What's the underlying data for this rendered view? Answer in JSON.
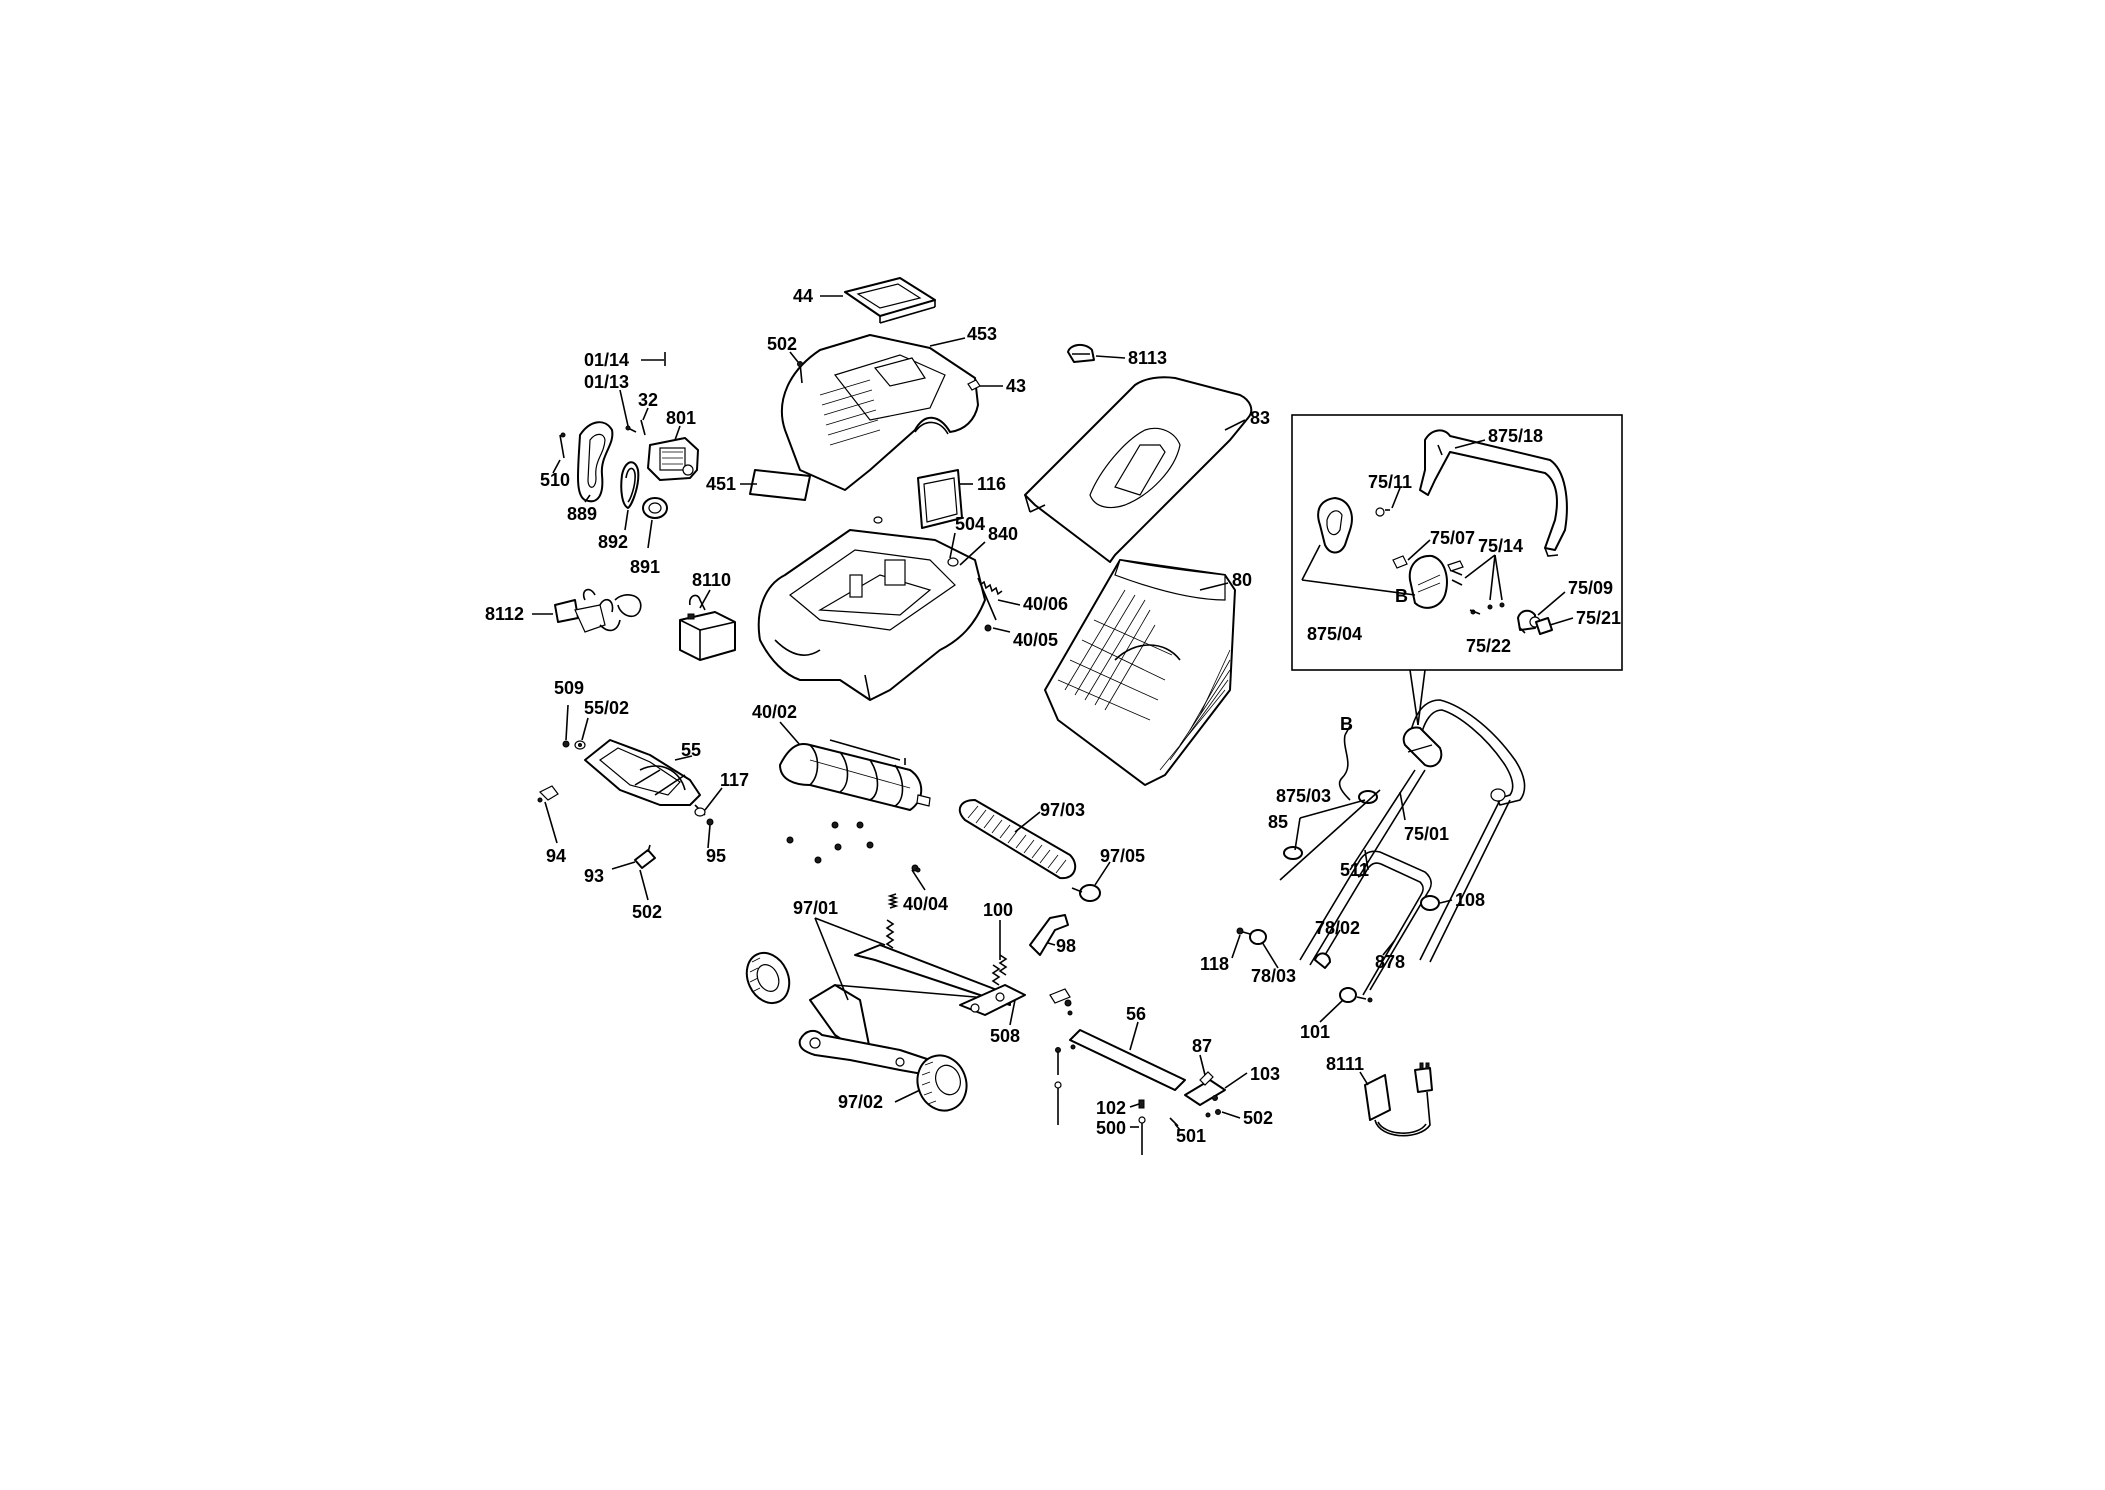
{
  "diagram": {
    "labels": {
      "l44": "44",
      "l453": "453",
      "l502a": "502",
      "l43": "43",
      "l8113": "8113",
      "l0114": "01/14",
      "l0113": "01/13",
      "l32": "32",
      "l801": "801",
      "l510": "510",
      "l889": "889",
      "l892": "892",
      "l891": "891",
      "l451": "451",
      "l116": "116",
      "l83": "83",
      "l504": "504",
      "l840": "840",
      "l4006": "40/06",
      "l4005": "40/05",
      "l80": "80",
      "l8110": "8110",
      "l8112": "8112",
      "l509": "509",
      "l5502": "55/02",
      "l55": "55",
      "l117": "117",
      "l94": "94",
      "l95": "95",
      "l93": "93",
      "l502b": "502",
      "l4002": "40/02",
      "l9703": "97/03",
      "l9705": "97/05",
      "l9701": "97/01",
      "l4004": "40/04",
      "l100": "100",
      "l98": "98",
      "l508": "508",
      "l9702": "97/02",
      "l56": "56",
      "l87": "87",
      "l103": "103",
      "l102": "102",
      "l500": "500",
      "l501": "501",
      "l502c": "502",
      "l87518": "875/18",
      "l7511": "75/11",
      "l7507": "75/07",
      "l7514": "75/14",
      "lB1": "B",
      "l7509": "75/09",
      "l7521": "75/21",
      "l87504": "875/04",
      "l7522": "75/22",
      "lB2": "B",
      "l87503": "875/03",
      "l85": "85",
      "l7501": "75/01",
      "l511": "511",
      "l108": "108",
      "l7802": "78/02",
      "l118": "118",
      "l7803": "78/03",
      "l878": "878",
      "l101": "101",
      "l8111": "8111"
    }
  }
}
